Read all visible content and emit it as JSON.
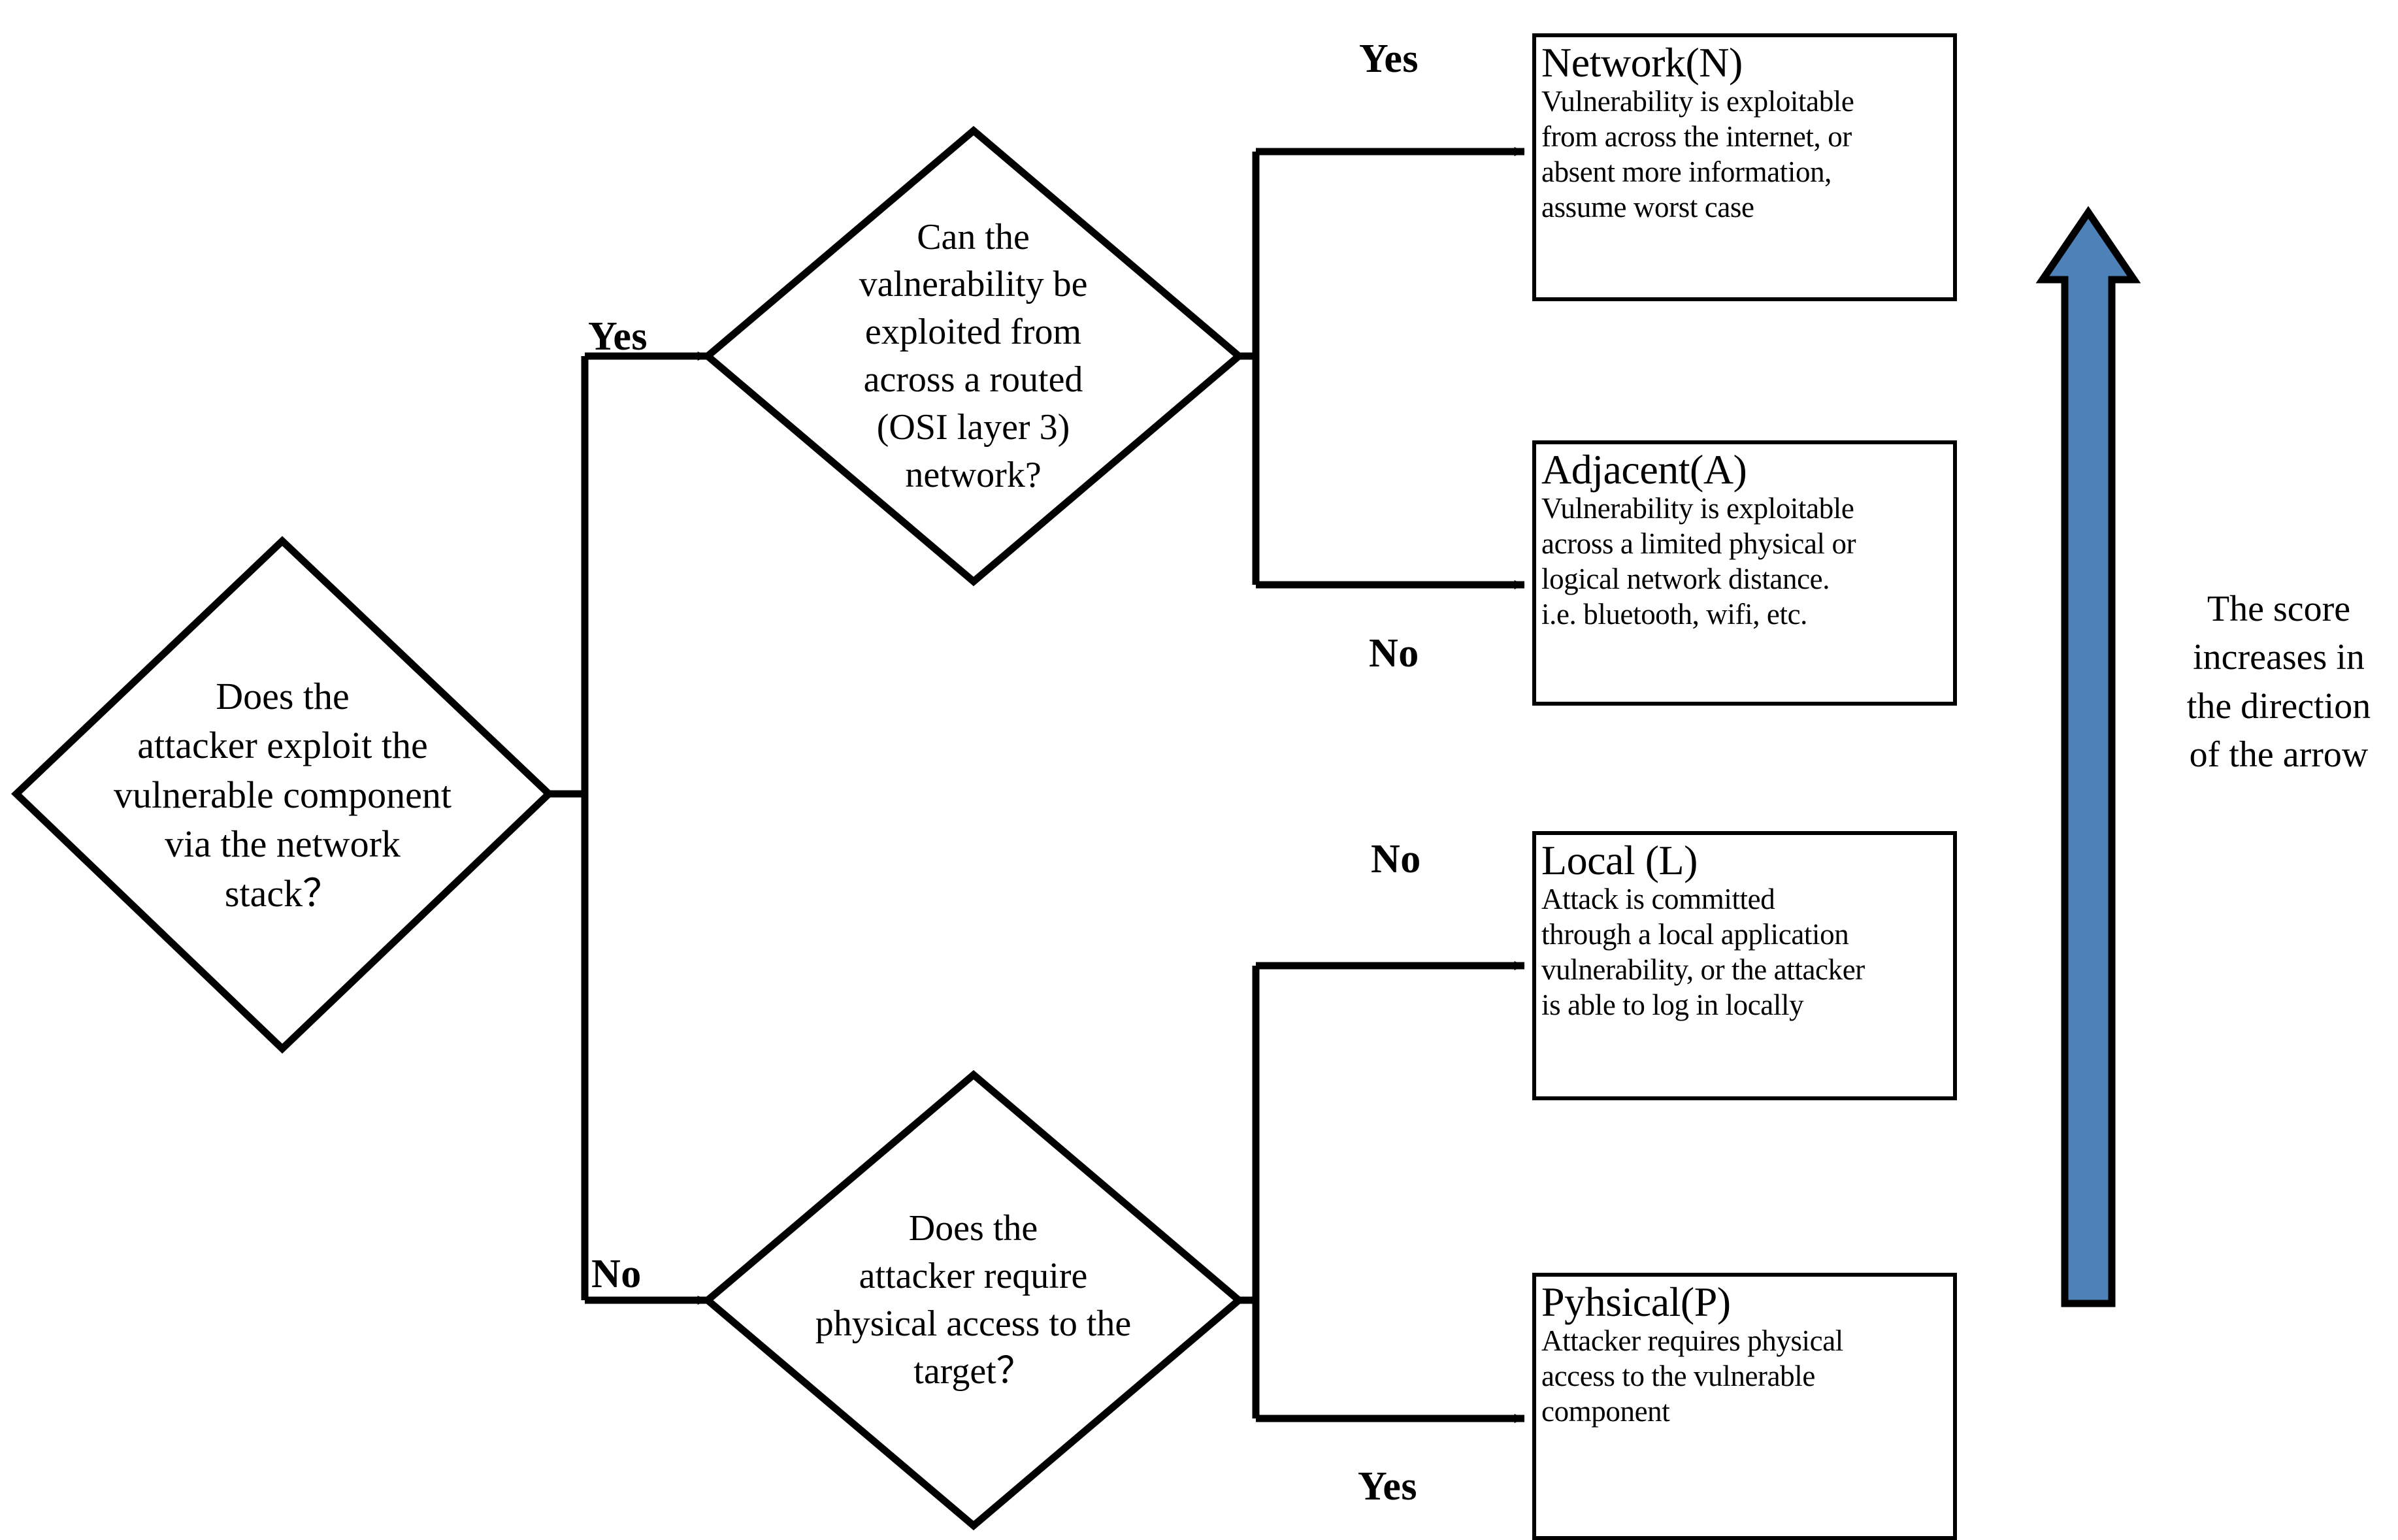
{
  "diagram": {
    "title": "CVSS Attack Vector (AV) decision flowchart",
    "line_color": "#000000",
    "arrow_fill": "#4F81B9",
    "arrow_stroke": "#000000",
    "background": "#FFFFFF"
  },
  "decisions": [
    {
      "id": "network-stack",
      "text": "Does the\nattacker exploit the\nvulnerable component\nvia the network\nstack？"
    },
    {
      "id": "routed-network",
      "text": "Can the\nvalnerability be\nexploited from\nacross a routed\n(OSI layer 3)\nnetwork?"
    },
    {
      "id": "physical-access",
      "text": "Does the\nattacker require\nphysical access to the\ntarget？"
    }
  ],
  "outcomes": [
    {
      "id": "network",
      "title": "Network(N)",
      "desc": "Vulnerability is exploitable\nfrom across the internet, or\nabsent more information,\nassume worst case"
    },
    {
      "id": "adjacent",
      "title": "Adjacent(A)",
      "desc": "Vulnerability is exploitable\nacross a limited physical or\nlogical network distance.\ni.e. bluetooth, wifi, etc."
    },
    {
      "id": "local",
      "title": "Local (L)",
      "desc": "Attack is committed\nthrough a local application\nvulnerability, or the attacker\nis able to log in locally"
    },
    {
      "id": "physical",
      "title": "Pyhsical(P)",
      "desc": "Attacker requires physical\naccess to the vulnerable\ncomponent"
    }
  ],
  "edge_labels": {
    "root_yes": "Yes",
    "root_no": "No",
    "routed_yes": "Yes",
    "routed_no": "No",
    "physical_no": "No",
    "physical_yes": "Yes"
  },
  "legend": {
    "arrow_caption": "The score\nincreases in\nthe direction\nof the arrow",
    "arrow_icon": "up-arrow-icon"
  }
}
